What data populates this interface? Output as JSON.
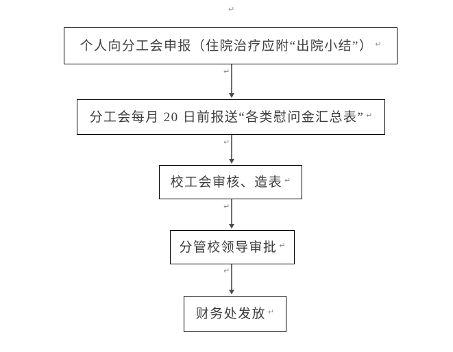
{
  "diagram": {
    "type": "flowchart",
    "orientation": "top-to-bottom",
    "background_color": "#ffffff",
    "box_border_color": "#000000",
    "text_color": "#3d3d3d",
    "connector_color": "#6e6e6e",
    "paragraph_mark": "↵",
    "nodes": [
      {
        "id": "node-1",
        "label": "个人向分工会申报（住院治疗应附“出院小结”）",
        "shape": "rectangle",
        "order": 1
      },
      {
        "id": "node-2",
        "label": "分工会每月 20 日前报送“各类慰问金汇总表”",
        "shape": "rectangle",
        "order": 2
      },
      {
        "id": "node-3",
        "label": "校工会审核、造表",
        "shape": "rectangle",
        "order": 3
      },
      {
        "id": "node-4",
        "label": "分管校领导审批",
        "shape": "rectangle",
        "order": 4
      },
      {
        "id": "node-5",
        "label": "财务处发放",
        "shape": "rectangle",
        "order": 5
      }
    ],
    "edges": [
      {
        "id": "conn-1",
        "from": "node-1",
        "to": "node-2",
        "label": "",
        "arrow": "down"
      },
      {
        "id": "conn-2",
        "from": "node-2",
        "to": "node-3",
        "label": "",
        "arrow": "down"
      },
      {
        "id": "conn-3",
        "from": "node-3",
        "to": "node-4",
        "label": "",
        "arrow": "down"
      },
      {
        "id": "conn-4",
        "from": "node-4",
        "to": "node-5",
        "label": "",
        "arrow": "down"
      }
    ]
  }
}
